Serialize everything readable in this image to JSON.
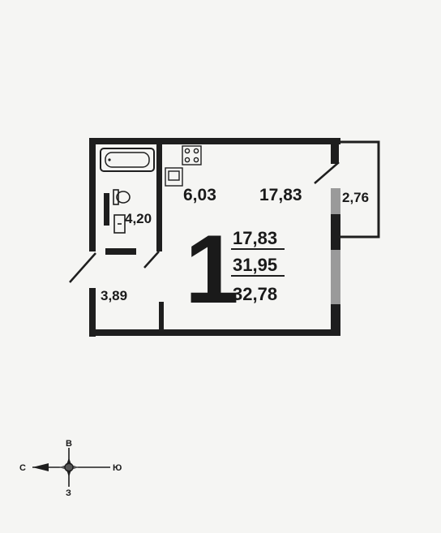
{
  "plan": {
    "rooms_count": "1",
    "areas": {
      "living": "17,83",
      "kitchen": "6,03",
      "bathroom": "4,20",
      "hall": "3,89",
      "balcony": "2,76"
    },
    "summary": {
      "living": "17,83",
      "total": "31,95",
      "total_with_balcony": "32,78"
    }
  },
  "compass": {
    "north": "С",
    "east": "В",
    "south": "Ю",
    "west": "З"
  },
  "colors": {
    "wall": "#1e1e1e",
    "window": "#9a9a9a",
    "background": "#f5f5f3"
  }
}
